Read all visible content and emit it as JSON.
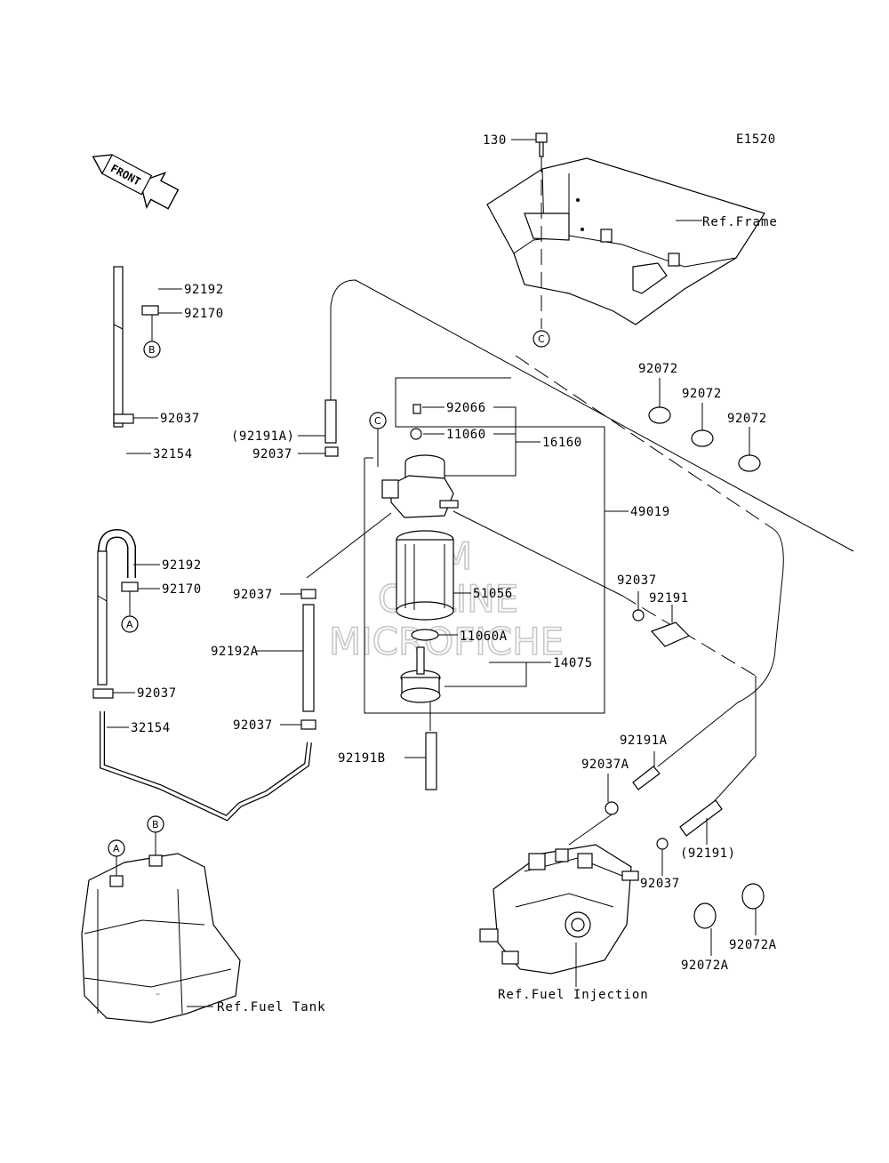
{
  "diagram": {
    "code": "E1520",
    "direction_arrow": "FRONT",
    "watermark": [
      "LSM",
      "ONLINE",
      "MICROFICHE"
    ],
    "callouts": {
      "A": "A",
      "B": "B",
      "C": "C"
    },
    "references": {
      "frame": "Ref.Frame",
      "fuel_tank": "Ref.Fuel Tank",
      "fuel_injection": "Ref.Fuel Injection"
    },
    "part_labels": [
      "130",
      "92192",
      "92170",
      "92037",
      "32154",
      "(92191A)",
      "92037",
      "92066",
      "11060",
      "16160",
      "92072",
      "92072",
      "92072",
      "49019",
      "92192",
      "92170",
      "92037",
      "51056",
      "92037",
      "92191",
      "92192A",
      "11060A",
      "14075",
      "92037",
      "32154",
      "92037",
      "92191B",
      "92191A",
      "92037A",
      "(92191)",
      "92037",
      "92072A",
      "92072A"
    ]
  }
}
